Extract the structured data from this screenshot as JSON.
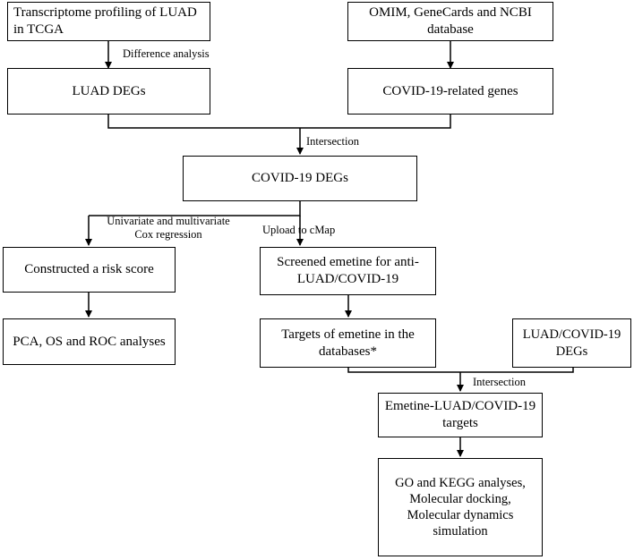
{
  "boxes": {
    "tcga": "Transcriptome profiling of LUAD in TCGA",
    "omim": "OMIM, GeneCards and  NCBI database",
    "luad_degs": "LUAD DEGs",
    "covid_genes": "COVID-19-related genes",
    "covid_degs": "COVID-19 DEGs",
    "risk_score": "Constructed a risk score",
    "emetine": "Screened emetine for anti-LUAD/COVID-19",
    "pca": "PCA, OS and ROC analyses",
    "targets_db": "Targets of emetine in the databases*",
    "luad_covid_degs": "LUAD/COVID-19 DEGs",
    "emetine_targets": "Emetine-LUAD/COVID-19 targets",
    "go_kegg": "GO and KEGG analyses, Molecular docking, Molecular dynamics simulation"
  },
  "labels": {
    "difference": "Difference analysis",
    "intersection_1": "Intersection",
    "cox_line1": "Univariate and multivariate",
    "cox_line2": "Cox regression",
    "cmap": "Upload to cMap",
    "intersection_2": "Intersection"
  }
}
